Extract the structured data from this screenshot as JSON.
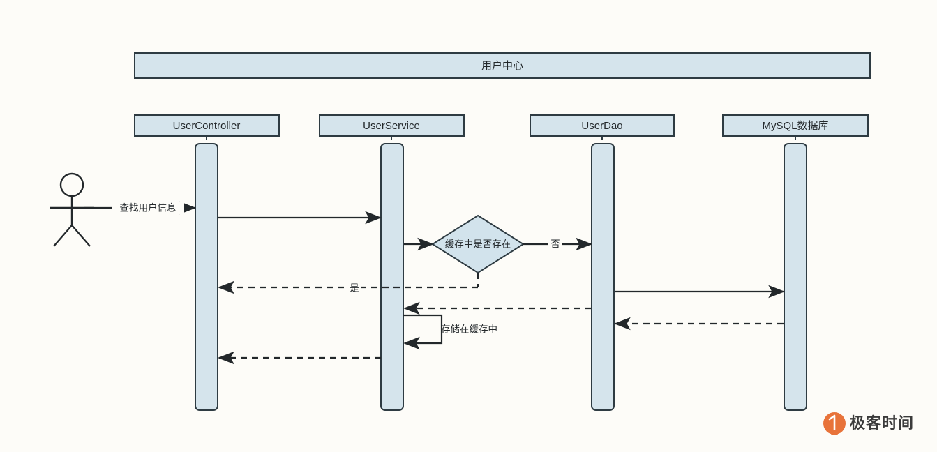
{
  "diagram": {
    "type": "uml-sequence-diagram",
    "title": "用户中心",
    "background_color": "#fdfcf8",
    "fill_color": "#d5e4ec",
    "stroke_color": "#2e3b42"
  },
  "actor": {
    "name": "actor-stick-figure",
    "label": ""
  },
  "participants": [
    {
      "id": "usercontroller",
      "label": "UserController"
    },
    {
      "id": "userservice",
      "label": "UserService"
    },
    {
      "id": "userdao",
      "label": "UserDao"
    },
    {
      "id": "mysql",
      "label": "MySQL数据库"
    }
  ],
  "decision": {
    "label": "缓存中是否存在",
    "branch_yes": "是",
    "branch_no": "否"
  },
  "messages": [
    {
      "id": "m1",
      "label": "查找用户信息",
      "from": "actor",
      "to": "usercontroller",
      "style": "solid"
    },
    {
      "id": "m2",
      "label": "",
      "from": "usercontroller",
      "to": "userservice",
      "style": "solid"
    },
    {
      "id": "m3",
      "label": "",
      "from": "userservice",
      "to": "decision",
      "style": "solid"
    },
    {
      "id": "m4",
      "label": "否",
      "from": "decision",
      "to": "userdao",
      "style": "solid"
    },
    {
      "id": "m5",
      "label": "是",
      "from": "decision",
      "to": "usercontroller",
      "style": "dashed"
    },
    {
      "id": "m6",
      "label": "",
      "from": "userdao",
      "to": "mysql",
      "style": "solid"
    },
    {
      "id": "m7",
      "label": "",
      "from": "userdao",
      "to": "userservice",
      "style": "dashed"
    },
    {
      "id": "m8",
      "label": "",
      "from": "mysql",
      "to": "userdao",
      "style": "dashed"
    },
    {
      "id": "m9",
      "label": "存储在缓存中",
      "from": "userservice",
      "to": "userservice",
      "style": "self"
    },
    {
      "id": "m10",
      "label": "",
      "from": "userservice",
      "to": "usercontroller",
      "style": "dashed"
    }
  ],
  "watermark": {
    "text": "极客时间",
    "logo_color": "#e8733a"
  }
}
